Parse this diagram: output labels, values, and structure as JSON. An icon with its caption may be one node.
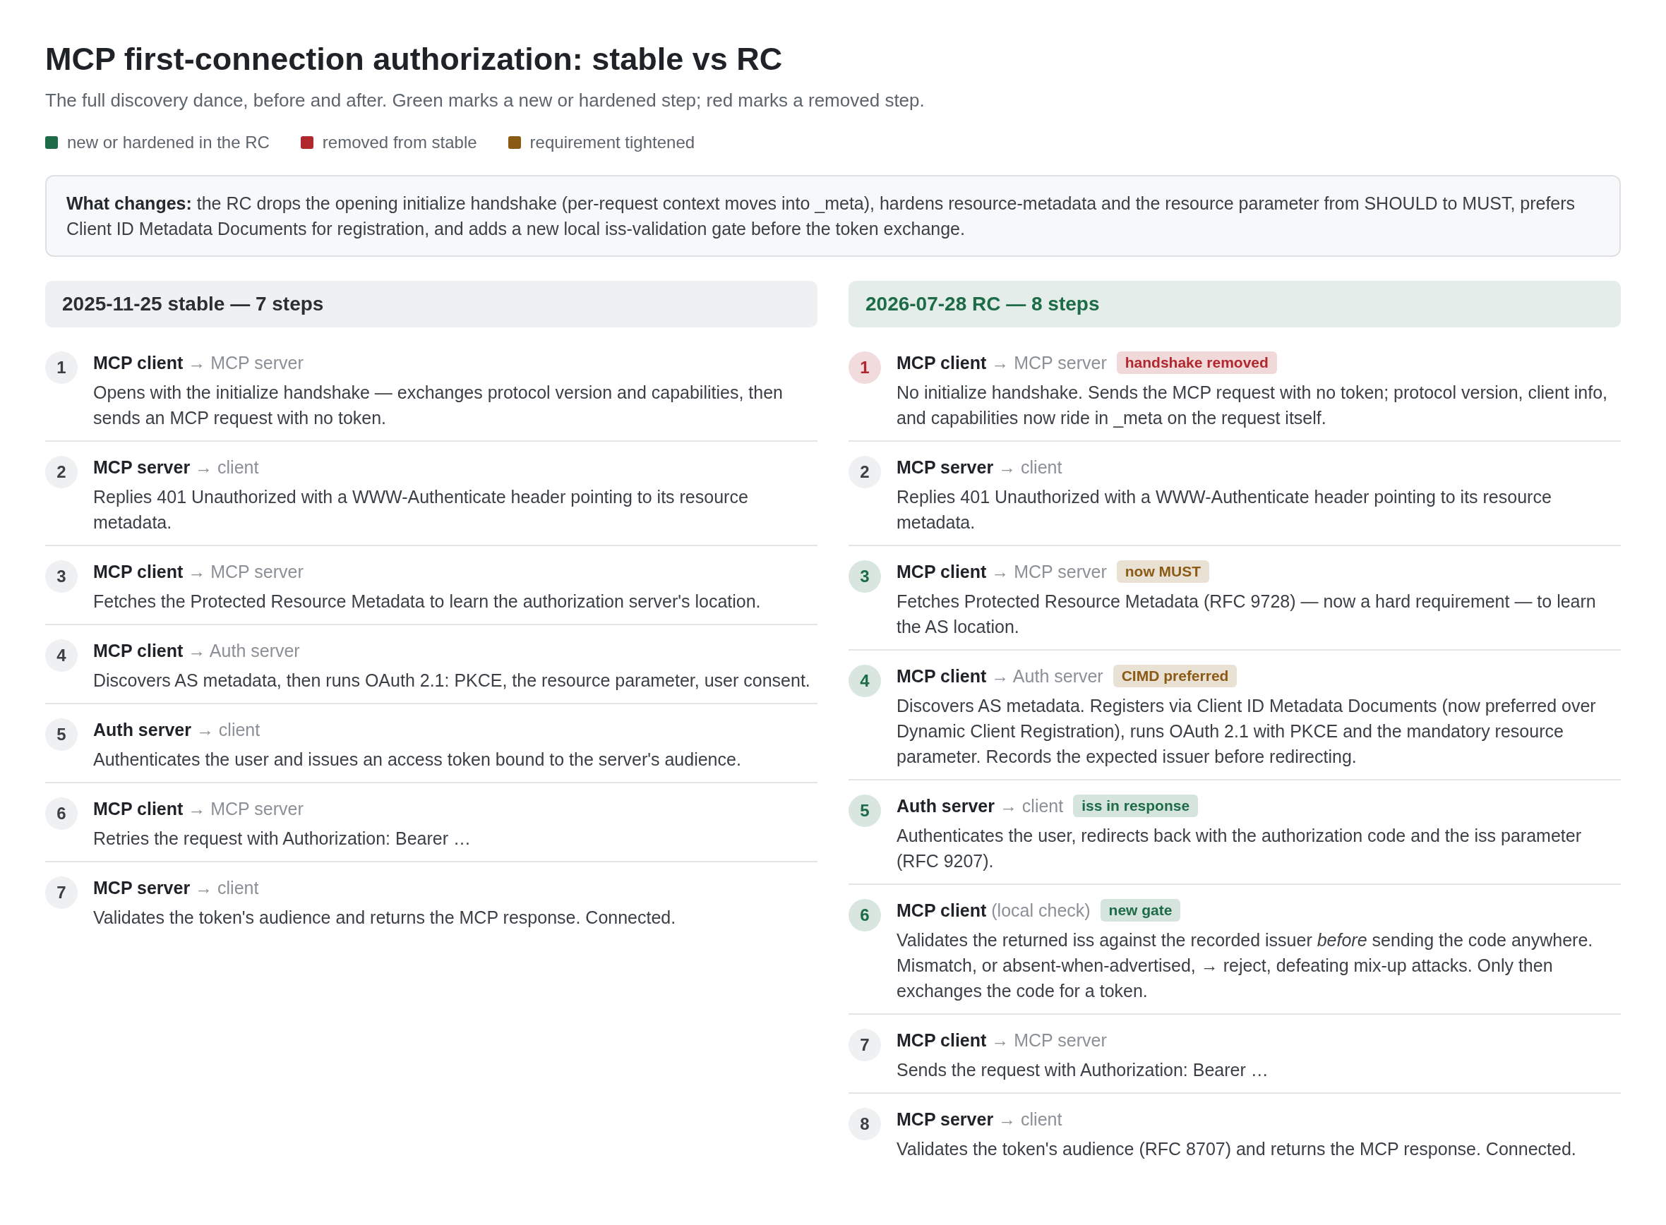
{
  "diagram": {
    "title": "MCP first-connection authorization: stable vs RC",
    "labels": [
      "The full discovery dance, before and after. Green marks a new or hardened step; red marks a removed step."
    ],
    "legend": [
      {
        "text": "new or hardened in the RC",
        "color": "#1d6b47"
      },
      {
        "text": "removed from stable",
        "color": "#b0282e"
      },
      {
        "text": "requirement tightened",
        "color": "#8b5a14"
      }
    ],
    "nodes": [
      {
        "text": [
          "**What changes:** the RC drops the opening initialize handshake (per-request context moves into _meta), hardens resource-metadata and the resource parameter from SHOULD to MUST, prefers Client ID Metadata Documents for registration, and adds a new local iss-validation gate before the token exchange."
        ]
      },
      {
        "text": [
          "2025-11-25 stable — 7 steps"
        ]
      },
      {
        "text": [
          "**MCP client** → MCP server",
          "Opens with the initialize handshake — exchanges protocol version and capabilities, then sends an MCP request with no token."
        ]
      },
      {
        "text": [
          "1"
        ],
        "in": 2
      },
      {
        "text": [
          "**MCP server** → client",
          "Replies 401 Unauthorized with a WWW-Authenticate header pointing to its resource metadata."
        ]
      },
      {
        "text": [
          "2"
        ],
        "in": 4
      },
      {
        "text": [
          "**MCP client** → MCP server",
          "Fetches the Protected Resource Metadata to learn the authorization server's location."
        ]
      },
      {
        "text": [
          "3"
        ],
        "in": 6
      },
      {
        "text": [
          "**MCP client** → Auth server",
          "Discovers AS metadata, then runs OAuth 2.1: PKCE, the resource parameter, user consent."
        ]
      },
      {
        "text": [
          "4"
        ],
        "in": 8
      },
      {
        "text": [
          "**Auth server** → client",
          "Authenticates the user and issues an access token bound to the server's audience."
        ]
      },
      {
        "text": [
          "5"
        ],
        "in": 10
      },
      {
        "text": [
          "**MCP client** → MCP server",
          "Retries the request with Authorization: Bearer …"
        ]
      },
      {
        "text": [
          "6"
        ],
        "in": 12
      },
      {
        "text": [
          "**MCP server** → client",
          "Validates the token's audience and returns the MCP response. Connected."
        ]
      },
      {
        "text": [
          "7"
        ],
        "in": 14
      },
      {
        "text": [
          "2026-07-28 RC — 8 steps"
        ]
      },
      {
        "text": [
          "**MCP client** → MCP server",
          "No initialize handshake. Sends the MCP request with no token; protocol version, client info, and capabilities now ride in _meta on the request itself."
        ]
      },
      {
        "text": [
          "1"
        ],
        "in": 17
      },
      {
        "text": [
          "handshake removed"
        ],
        "in": 17
      },
      {
        "text": [
          "**MCP server** → client",
          "Replies 401 Unauthorized with a WWW-Authenticate header pointing to its resource metadata."
        ]
      },
      {
        "text": [
          "2"
        ],
        "in": 20
      },
      {
        "text": [
          "**MCP client** → MCP server",
          "Fetches Protected Resource Metadata (RFC 9728) — now a hard requirement — to learn the AS location."
        ]
      },
      {
        "text": [
          "3"
        ],
        "in": 22
      },
      {
        "text": [
          "now MUST"
        ],
        "in": 22
      },
      {
        "text": [
          "**MCP client** → Auth server",
          "Discovers AS metadata. Registers via Client ID Metadata Documents (now preferred over Dynamic Client Registration), runs OAuth 2.1 with PKCE and the mandatory resource parameter. Records the expected issuer before redirecting."
        ]
      },
      {
        "text": [
          "4"
        ],
        "in": 25
      },
      {
        "text": [
          "CIMD preferred"
        ],
        "in": 25
      },
      {
        "text": [
          "**Auth server** → client",
          "Authenticates the user, redirects back with the authorization code and the iss parameter (RFC 9207)."
        ]
      },
      {
        "text": [
          "5"
        ],
        "in": 28
      },
      {
        "text": [
          "iss in response"
        ],
        "in": 28
      },
      {
        "text": [
          "**MCP client** (local check)",
          "Validates the returned iss against the recorded issuer *before* sending the code anywhere. Mismatch, or absent-when-advertised, → reject, defeating mix-up attacks. Only then exchanges the code for a token."
        ]
      },
      {
        "text": [
          "6"
        ],
        "in": 31
      },
      {
        "text": [
          "new gate"
        ],
        "in": 31
      },
      {
        "text": [
          "**MCP client** → MCP server",
          "Sends the request with Authorization: Bearer …"
        ]
      },
      {
        "text": [
          "7"
        ],
        "in": 34
      },
      {
        "text": [
          "**MCP server** → client",
          "Validates the token's audience (RFC 8707) and returns the MCP response. Connected."
        ]
      },
      {
        "text": [
          "8"
        ],
        "in": 36
      }
    ]
  }
}
